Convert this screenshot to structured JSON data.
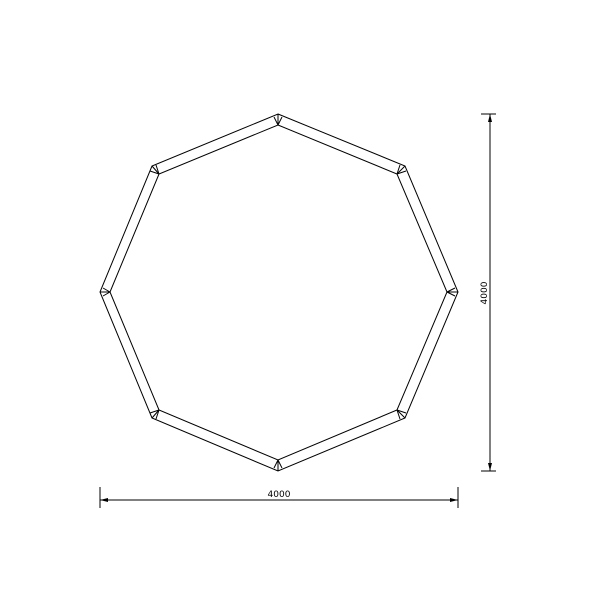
{
  "drawing": {
    "line_color": "#000000",
    "background": "#ffffff",
    "shape": "octagon frame"
  },
  "dimensions": {
    "width_label": "4000",
    "height_label": "4000"
  }
}
